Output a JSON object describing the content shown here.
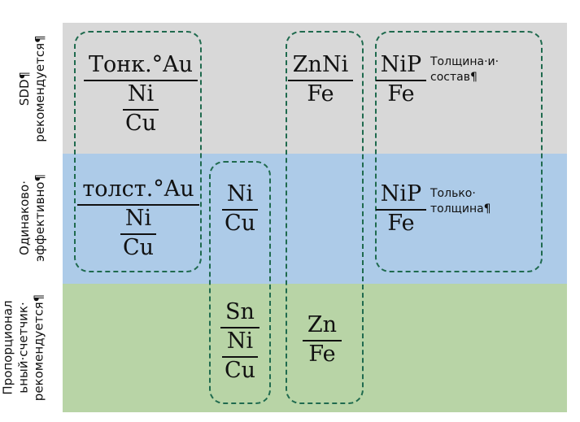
{
  "rows": [
    {
      "lines": [
        "SDD¶",
        "рекомендуется¶"
      ]
    },
    {
      "lines": [
        "Одинаково·",
        "эффективно¶"
      ]
    },
    {
      "lines": [
        "Пропорционал",
        "ьный·счетчик·",
        "рекомендуется¶"
      ]
    }
  ],
  "cells": {
    "gray_au": {
      "layers": [
        "Тонк.°Au",
        "Ni",
        "Cu"
      ]
    },
    "gray_znni": {
      "layers": [
        "ZnNi",
        "Fe"
      ]
    },
    "gray_nip": {
      "layers": [
        "NiP",
        "Fe"
      ],
      "note": [
        "Толщина·и·",
        "состав¶"
      ]
    },
    "blue_au": {
      "layers": [
        "толст.°Au",
        "Ni",
        "Cu"
      ]
    },
    "blue_ni": {
      "layers": [
        "Ni",
        "Cu"
      ]
    },
    "blue_nip": {
      "layers": [
        "NiP",
        "Fe"
      ],
      "note": [
        "Только·",
        "толщина¶"
      ]
    },
    "green_sn": {
      "layers": [
        "Sn",
        "Ni",
        "Cu"
      ]
    },
    "green_zn": {
      "layers": [
        "Zn",
        "Fe"
      ]
    }
  },
  "colors": {
    "row_sdd": "#d8d8d8",
    "row_equal": "#adcbe8",
    "row_proportional": "#b8d4a6",
    "group_outline": "#1f6a4e"
  }
}
